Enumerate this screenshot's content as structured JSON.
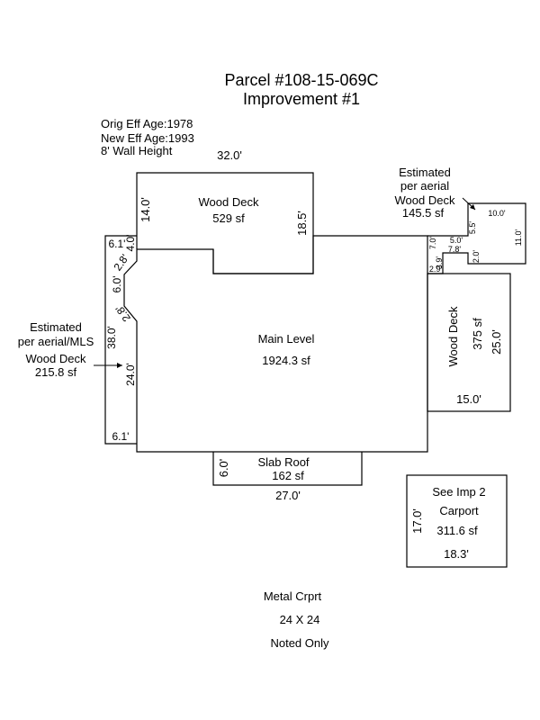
{
  "title": {
    "line1": "Parcel #108-15-069C",
    "line2": "Improvement #1"
  },
  "notes": {
    "orig_eff_age": "Orig Eff Age:1978",
    "new_eff_age": "New Eff Age:1993",
    "wall_height": "8' Wall Height"
  },
  "top_deck": {
    "name": "Wood Deck",
    "area": "529 sf",
    "top_dim": "32.0'",
    "left_dim": "14.0'",
    "right_dim": "18.5'"
  },
  "main_level": {
    "name": "Main Level",
    "area": "1924.3 sf",
    "dim_a": "6.1'",
    "dim_b": "4.0'",
    "dim_c": "2.8'",
    "dim_d": "6.0'",
    "dim_e": "2.8'",
    "dim_f": "38.0'",
    "dim_g": "24.0'",
    "dim_h": "6.1'"
  },
  "left_deck": {
    "note1": "Estimated",
    "note2": "per aerial/MLS",
    "name": "Wood Deck",
    "area": "215.8 sf"
  },
  "right_upper_deck": {
    "note1": "Estimated",
    "note2": "per aerial",
    "name": "Wood Deck",
    "area": "145.5 sf",
    "dim_10": "10.0'",
    "dim_11": "11.0'",
    "dim_5_5": "5.5'",
    "dim_7_0": "7.0'",
    "dim_5_0": "5.0'",
    "dim_7_8": "7.8'",
    "dim_3_9": "3.9'",
    "dim_2_0": "2.0'",
    "dim_2_9": "2.9'"
  },
  "right_deck": {
    "name": "Wood Deck",
    "area": "375 sf",
    "height_dim": "25.0'",
    "width_dim": "15.0'"
  },
  "slab_roof": {
    "name": "Slab Roof",
    "area": "162 sf",
    "height_dim": "6.0'",
    "width_dim": "27.0'"
  },
  "carport": {
    "ref": "See Imp 2",
    "name": "Carport",
    "area": "311.6 sf",
    "height_dim": "17.0'",
    "width_dim": "18.3'"
  },
  "footer": {
    "line1": "Metal Crprt",
    "line2": "24 X 24",
    "line3": "Noted Only"
  }
}
